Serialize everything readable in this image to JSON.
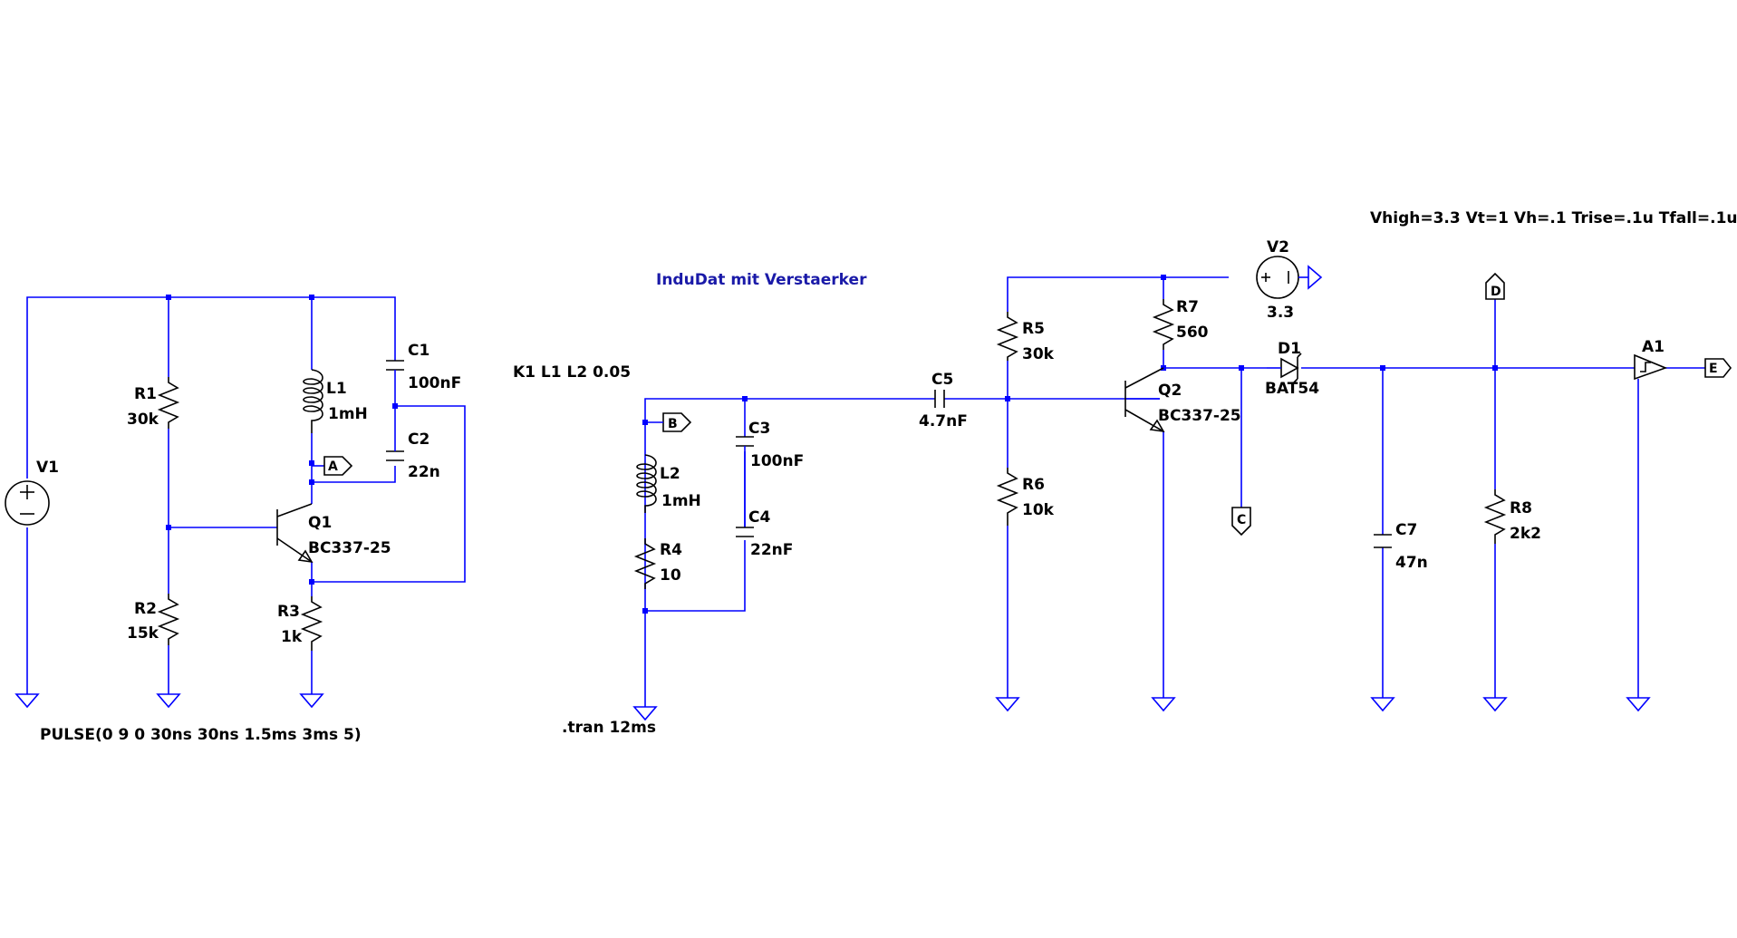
{
  "comment": "InduDat mit Verstaerker",
  "directives": {
    "coupling": "K1 L1 L2 0.05",
    "tran": ".tran 12ms",
    "pulse": "PULSE(0 9 0 30ns 30ns 1.5ms 3ms 5)",
    "a1_params": "Vhigh=3.3 Vt=1 Vh=.1 Trise=.1u Tfall=.1u"
  },
  "components": {
    "V1": {
      "name": "V1"
    },
    "V2": {
      "name": "V2",
      "value": "3.3"
    },
    "R1": {
      "name": "R1",
      "value": "30k"
    },
    "R2": {
      "name": "R2",
      "value": "15k"
    },
    "R3": {
      "name": "R3",
      "value": "1k"
    },
    "R4": {
      "name": "R4",
      "value": "10"
    },
    "R5": {
      "name": "R5",
      "value": "30k"
    },
    "R6": {
      "name": "R6",
      "value": "10k"
    },
    "R7": {
      "name": "R7",
      "value": "560"
    },
    "R8": {
      "name": "R8",
      "value": "2k2"
    },
    "L1": {
      "name": "L1",
      "value": "1mH"
    },
    "L2": {
      "name": "L2",
      "value": "1mH"
    },
    "C1": {
      "name": "C1",
      "value": "100nF"
    },
    "C2": {
      "name": "C2",
      "value": "22n"
    },
    "C3": {
      "name": "C3",
      "value": "100nF"
    },
    "C4": {
      "name": "C4",
      "value": "22nF"
    },
    "C5": {
      "name": "C5",
      "value": "4.7nF"
    },
    "C7": {
      "name": "C7",
      "value": "47n"
    },
    "Q1": {
      "name": "Q1",
      "value": "BC337-25"
    },
    "Q2": {
      "name": "Q2",
      "value": "BC337-25"
    },
    "D1": {
      "name": "D1",
      "value": "BAT54"
    },
    "A1": {
      "name": "A1"
    }
  },
  "net_labels": {
    "A": "A",
    "B": "B",
    "C": "C",
    "D": "D",
    "E": "E"
  },
  "colors": {
    "wire": "#0000ff",
    "symbol": "#000000",
    "comment": "#1a1aa8",
    "background": "#ffffff"
  }
}
